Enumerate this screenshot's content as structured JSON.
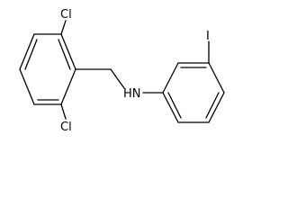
{
  "molecule": {
    "bond_color": "#000000",
    "label_color": "#000000",
    "atoms": {
      "cl_top": "Cl",
      "cl_bottom": "Cl",
      "nh": "HN",
      "iodine": "I"
    }
  }
}
